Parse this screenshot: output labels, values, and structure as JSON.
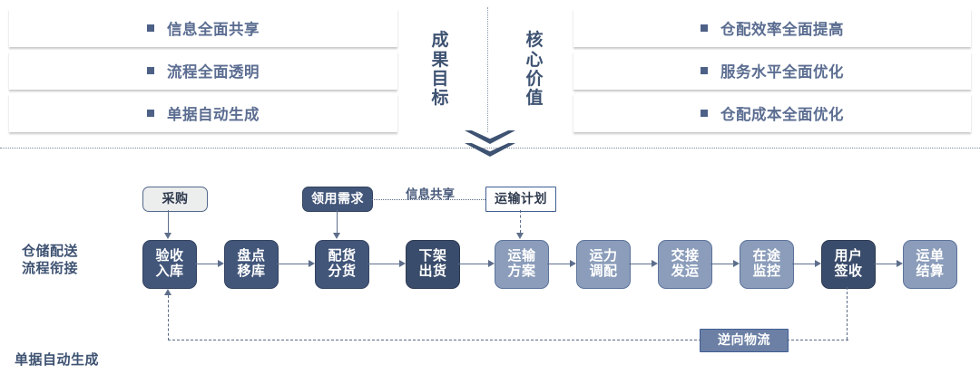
{
  "top": {
    "goal_heading": [
      "成",
      "果",
      "目",
      "标"
    ],
    "value_heading": [
      "核",
      "心",
      "价",
      "值"
    ],
    "goal_items": [
      {
        "label": "信息全面共享"
      },
      {
        "label": "流程全面透明"
      },
      {
        "label": "单据自动生成"
      }
    ],
    "value_items": [
      {
        "label": "仓配效率全面提高"
      },
      {
        "label": "服务水平全面优化"
      },
      {
        "label": "仓配成本全面优化"
      }
    ],
    "bullet_icon": "square-bullet-icon",
    "chevron_icon": "double-chevron-down-icon"
  },
  "flow": {
    "side_labels": {
      "process": "仓储配送\n流程衔接",
      "docs": "单据自动生成"
    },
    "note_info_share": "信息共享",
    "top_nodes": [
      {
        "label": "采购",
        "style": "gray"
      },
      {
        "label": "领用需求",
        "style": "blue"
      },
      {
        "label": "运输计划",
        "style": "white"
      }
    ],
    "main_nodes": [
      {
        "label": "验收\n入库",
        "style": "main"
      },
      {
        "label": "盘点\n移库",
        "style": "main"
      },
      {
        "label": "配货\n分货",
        "style": "main"
      },
      {
        "label": "下架\n出货",
        "style": "dark"
      },
      {
        "label": "运输\n方案",
        "style": "light"
      },
      {
        "label": "运力\n调配",
        "style": "light"
      },
      {
        "label": "交接\n发运",
        "style": "light"
      },
      {
        "label": "在途\n监控",
        "style": "light"
      },
      {
        "label": "用户\n签收",
        "style": "dark"
      },
      {
        "label": "运单\n结算",
        "style": "light"
      }
    ],
    "reverse_node": {
      "label": "逆向物流"
    }
  },
  "colors": {
    "navy": "#3e5272",
    "steel": "#8b9dba",
    "text_blue": "#5b6d91",
    "connector": "#5d6e8c",
    "bullet": "#4d6187"
  }
}
